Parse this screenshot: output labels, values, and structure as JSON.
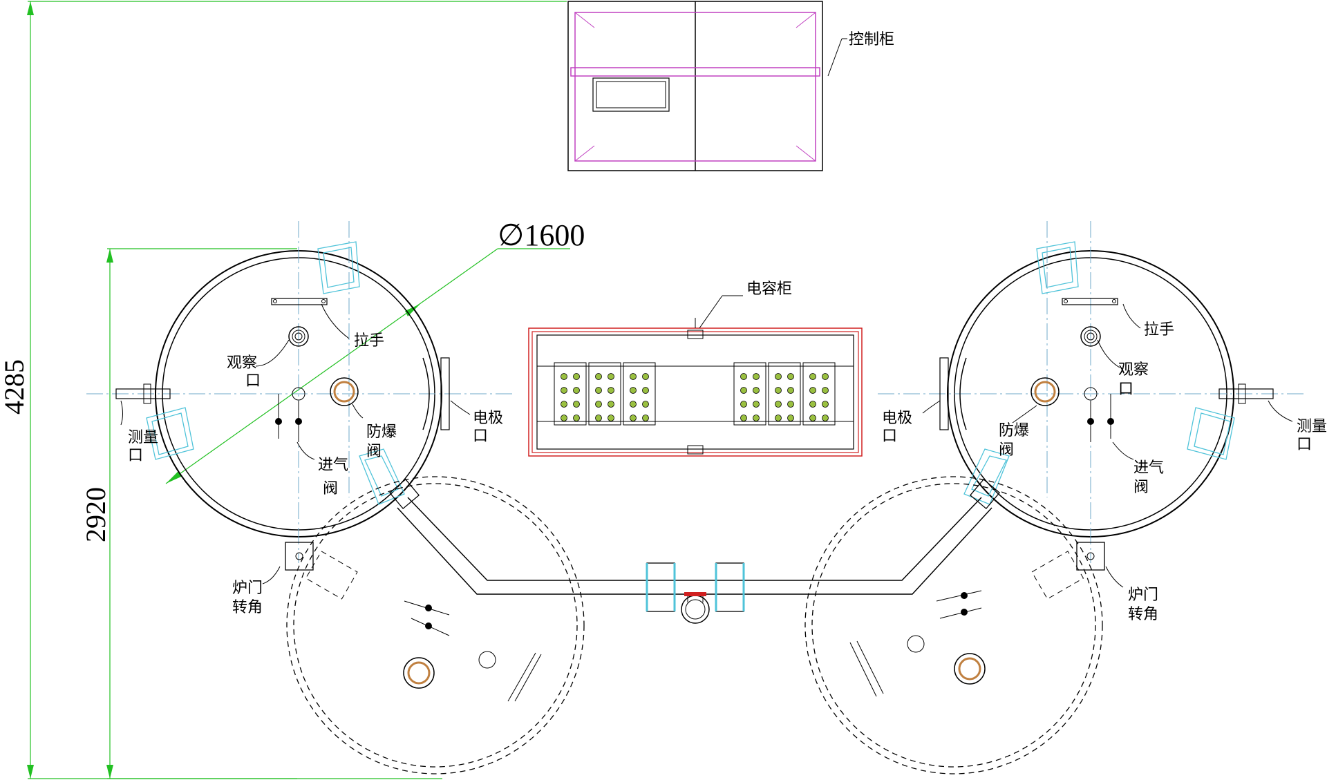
{
  "labels": {
    "control_cabinet": "控制柜",
    "capacitor_cabinet": "电容柜",
    "diameter": "∅1600",
    "dim_height": "4285",
    "dim_circle": "2920",
    "left": {
      "handle": "拉手",
      "observation": "观察",
      "observation_2": "口",
      "measurement": "测量",
      "measurement_2": "口",
      "explosion_valve": "防爆",
      "explosion_valve_2": "阀",
      "electrode": "电极",
      "electrode_2": "口",
      "inlet_valve": "进气",
      "inlet_valve_2": "阀",
      "door_turn": "炉门",
      "door_turn_2": "转角"
    },
    "right": {
      "handle": "拉手",
      "observation": "观察",
      "observation_2": "口",
      "measurement": "测量",
      "measurement_2": "口",
      "explosion_valve": "防爆",
      "explosion_valve_2": "阀",
      "electrode": "电极",
      "electrode_2": "口",
      "inlet_valve": "进气",
      "inlet_valve_2": "阀",
      "door_turn": "炉门",
      "door_turn_2": "转角"
    }
  },
  "colors": {
    "dimension": "#22c022",
    "cabinet_control": "#c040c0",
    "cabinet_capacitor": "#d02020",
    "swing_parts": "#4fc3d9",
    "centerline": "#6fa8c8"
  }
}
